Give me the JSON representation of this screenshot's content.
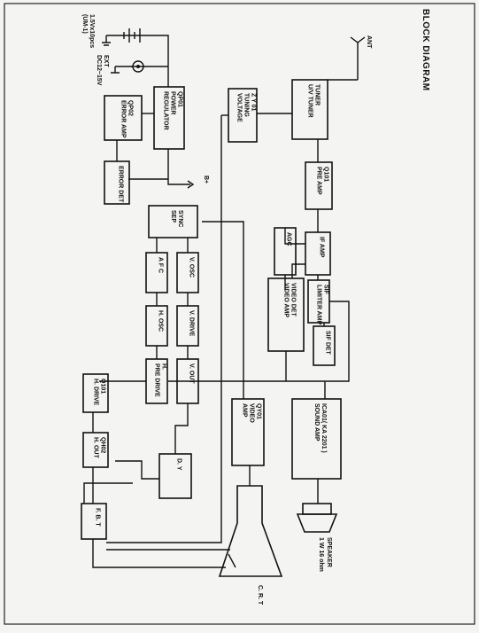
{
  "diagram": {
    "title": "BLOCK DIAGRAM",
    "antenna_label": "ANT",
    "ext_power_label": [
      "EXT",
      "DC12~15V"
    ],
    "battery_label": [
      "1.5Vx10pcs",
      "(UM-1)"
    ],
    "b_plus_label": "B+",
    "blocks": {
      "tuner": [
        "TUNER",
        "U/V TUNER"
      ],
      "tuning_voltage": [
        "Z Y 01",
        "TUNING",
        "VOLTAGE"
      ],
      "pre_amp": [
        "Q101",
        "PRE AMP"
      ],
      "if_amp": [
        "IF AMP"
      ],
      "agc": [
        "AGC"
      ],
      "sif_limiter": [
        "SIF",
        "LIMITER AMP"
      ],
      "video_det": [
        "VIDEO DET",
        "VIDEO AMP"
      ],
      "sif_det": [
        "SIF DET"
      ],
      "sound_amp": [
        "ICA01( KA 2201 )",
        "SOUND AMP"
      ],
      "speaker": [
        "SPEAKER",
        "1 W 16 ohm"
      ],
      "power_regulator": [
        "QP01",
        "POWER",
        "REGULATOR"
      ],
      "error_amp": [
        "QP02",
        "ERROR AMP"
      ],
      "error_det": [
        "ERROR DET"
      ],
      "sync_sep": [
        "SYNC",
        "SEP"
      ],
      "afc": [
        "A F C"
      ],
      "v_osc": [
        "V. OSC"
      ],
      "h_osc": [
        "H. OSC"
      ],
      "v_drive": [
        "V. DRIVE"
      ],
      "h_pre_drive": [
        "H.",
        "PRE DRIVE"
      ],
      "v_out": [
        "V. OUT"
      ],
      "h_drive": [
        "Q101",
        "H. DRIVE"
      ],
      "h_out": [
        "QH02",
        "H. OUT"
      ],
      "dy": [
        "D. Y"
      ],
      "video_amp": [
        "QY01",
        "VIDEO",
        "AMP"
      ],
      "fbt": [
        "F. B. T"
      ],
      "crt": [
        "C. R. T"
      ]
    }
  }
}
